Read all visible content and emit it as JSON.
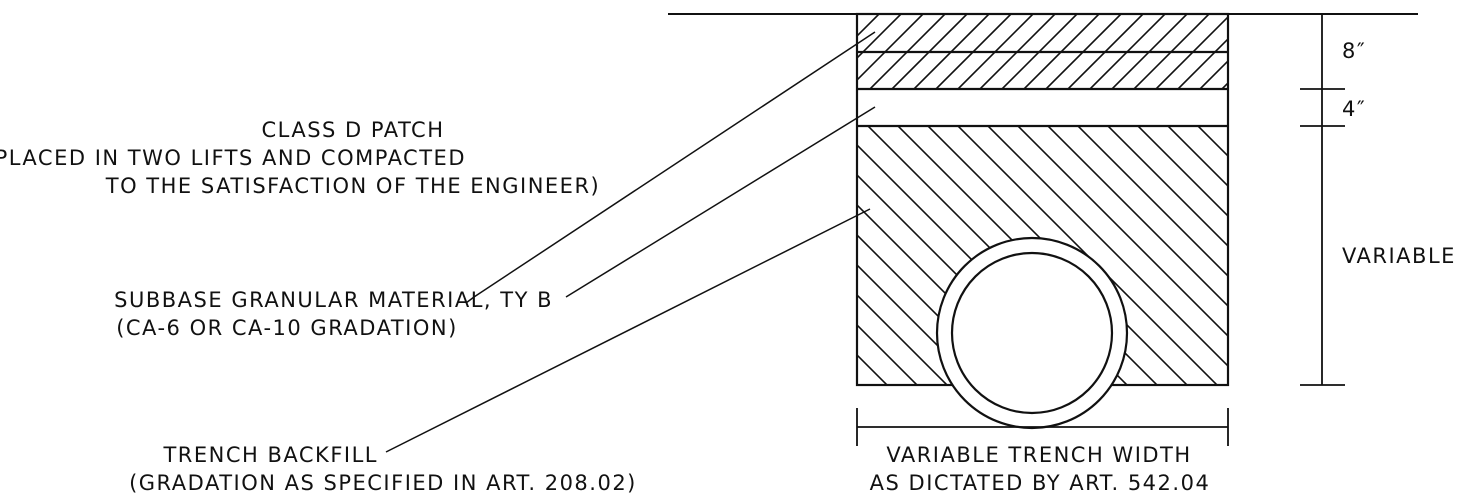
{
  "labels": {
    "class_d_patch": {
      "line1": "CLASS D PATCH",
      "line2": "(PLACED IN TWO LIFTS AND COMPACTED",
      "line3": "TO THE SATISFACTION OF THE ENGINEER)"
    },
    "subbase": {
      "line1": "SUBBASE GRANULAR MATERIAL, TY B",
      "line2": "(CA-6 OR CA-10 GRADATION)"
    },
    "trench_backfill": {
      "line1": "TRENCH BACKFILL",
      "line2": "(GRADATION AS SPECIFIED IN ART. 208.02)"
    },
    "trench_width": {
      "line1": "VARIABLE TRENCH WIDTH",
      "line2": "AS DICTATED BY ART. 542.04"
    }
  },
  "dimensions": {
    "patch_depth": "8″",
    "subbase_depth": "4″",
    "backfill_depth": "VARIABLE"
  },
  "colors": {
    "line": "#111111",
    "background": "#ffffff"
  }
}
